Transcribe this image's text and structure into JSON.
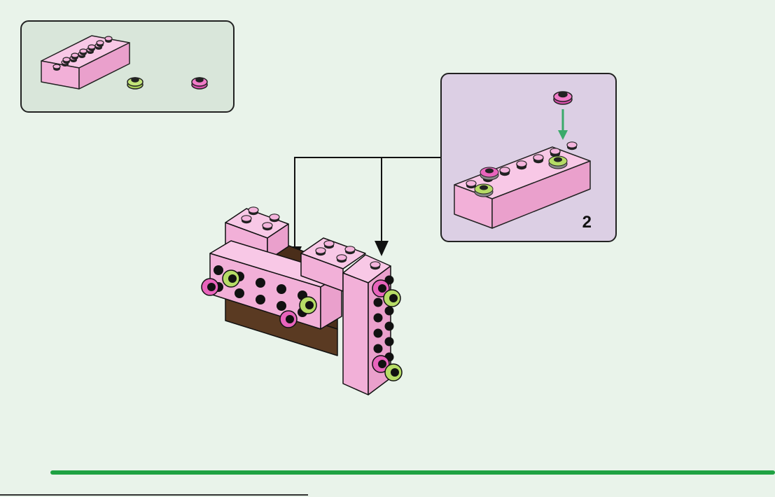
{
  "step": {
    "number": "2"
  },
  "colors": {
    "background": "#e9f3ea",
    "parts_box": "#d9e6da",
    "step_box": "#dccfe4",
    "pink_brick": "#f4b4dc",
    "lime_plate": "#b6dc66",
    "magenta_plate": "#e864bc",
    "brown_brick": "#5a3a22",
    "arrow_green": "#3aaa6a",
    "bar_green": "#1fa243"
  },
  "parts": [
    {
      "name": "pink-brick-2x6",
      "icon": "pink-2x6-brick-icon",
      "quantity": ""
    },
    {
      "name": "lime-round-plate",
      "icon": "lime-round-plate-icon",
      "quantity": ""
    },
    {
      "name": "magenta-round-plate",
      "icon": "magenta-round-plate-icon",
      "quantity": ""
    }
  ]
}
